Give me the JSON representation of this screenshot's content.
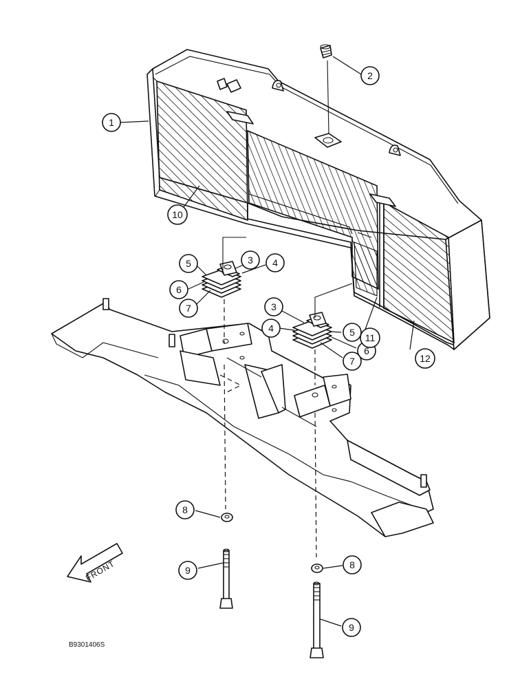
{
  "figure_code": "B9301406S",
  "direction_label": "FRONT",
  "callouts": [
    {
      "id": "c1",
      "label": "1"
    },
    {
      "id": "c2",
      "label": "2"
    },
    {
      "id": "c3a",
      "label": "3"
    },
    {
      "id": "c4a",
      "label": "4"
    },
    {
      "id": "c5a",
      "label": "5"
    },
    {
      "id": "c6a",
      "label": "6"
    },
    {
      "id": "c7a",
      "label": "7"
    },
    {
      "id": "c3b",
      "label": "3"
    },
    {
      "id": "c4b",
      "label": "4"
    },
    {
      "id": "c5b",
      "label": "5"
    },
    {
      "id": "c6b",
      "label": "6"
    },
    {
      "id": "c7b",
      "label": "7"
    },
    {
      "id": "c8a",
      "label": "8"
    },
    {
      "id": "c8b",
      "label": "8"
    },
    {
      "id": "c9a",
      "label": "9"
    },
    {
      "id": "c9b",
      "label": "9"
    },
    {
      "id": "c10",
      "label": "10"
    },
    {
      "id": "c11",
      "label": "11"
    },
    {
      "id": "c12",
      "label": "12"
    }
  ]
}
